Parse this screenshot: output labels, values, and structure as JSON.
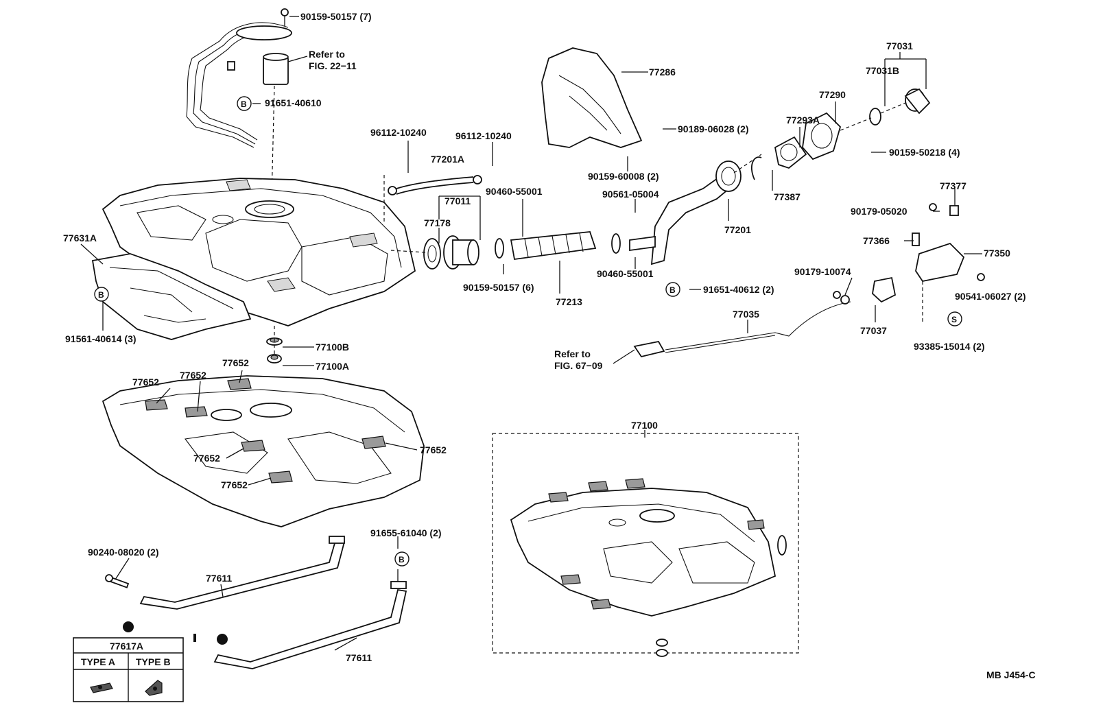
{
  "labels": {
    "pn_90159_50157_7": "90159-50157 (7)",
    "refer_to_1": "Refer to",
    "fig_22_11": "FIG. 22−11",
    "pn_91651_40610": "91651-40610",
    "pn_96112_10240_a": "96112-10240",
    "pn_96112_10240_b": "96112-10240",
    "pn_77201a": "77201A",
    "pn_77011": "77011",
    "pn_90460_55001_a": "90460-55001",
    "pn_77178": "77178",
    "pn_90159_50157_6": "90159-50157 (6)",
    "pn_77213": "77213",
    "pn_77286": "77286",
    "pn_90189_06028": "90189-06028 (2)",
    "pn_90159_60008": "90159-60008 (2)",
    "pn_90561_05004": "90561-05004",
    "pn_90460_55001_b": "90460-55001",
    "pn_91651_40612": "91651-40612 (2)",
    "pn_77201": "77201",
    "pn_77387": "77387",
    "pn_77293a": "77293A",
    "pn_77290": "77290",
    "pn_77031": "77031",
    "pn_77031b": "77031B",
    "pn_90159_50218": "90159-50218 (4)",
    "pn_77377": "77377",
    "pn_90179_05020": "90179-05020",
    "pn_77366": "77366",
    "pn_77350": "77350",
    "pn_90541_06027": "90541-06027 (2)",
    "pn_90179_10074": "90179-10074",
    "pn_77035": "77035",
    "pn_77037": "77037",
    "pn_93385_15014": "93385-15014 (2)",
    "refer_to_2": "Refer to",
    "fig_67_09": "FIG. 67−09",
    "pn_77631a": "77631A",
    "pn_91561_40614": "91561-40614 (3)",
    "pn_77100b": "77100B",
    "pn_77100a": "77100A",
    "pn_77652_a": "77652",
    "pn_77652_b": "77652",
    "pn_77652_c": "77652",
    "pn_77652_d": "77652",
    "pn_77652_e": "77652",
    "pn_77652_f": "77652",
    "pn_77100": "77100",
    "pn_90240_08020": "90240-08020 (2)",
    "pn_77611_a": "77611",
    "pn_77611_b": "77611",
    "pn_91655_61040": "91655-61040 (2)",
    "code": "MB J454-C"
  },
  "badges": {
    "b": "B",
    "s": "S"
  },
  "table": {
    "title": "77617A",
    "col_a": "TYPE A",
    "col_b": "TYPE B"
  }
}
